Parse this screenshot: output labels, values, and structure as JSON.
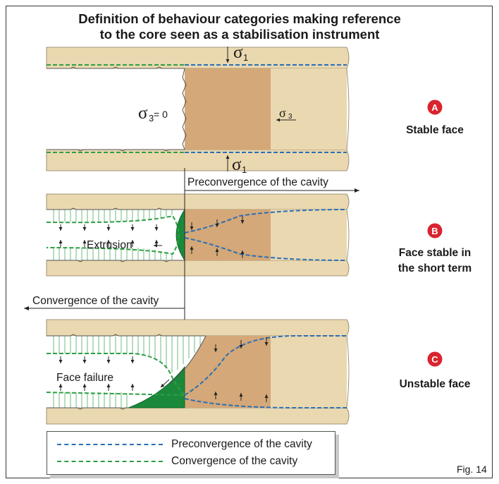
{
  "title": "Definition of behaviour categories making reference to the core seen as a stabilisation instrument",
  "title_lines": [
    "Definition of behaviour categories making reference",
    "to the core seen as a stabilisation instrument"
  ],
  "panels": [
    {
      "letter": "A",
      "caption_lines": [
        "Stable face"
      ]
    },
    {
      "letter": "B",
      "caption_lines": [
        "Face stable in",
        "the short term"
      ]
    },
    {
      "letter": "C",
      "caption_lines": [
        "Unstable face"
      ]
    }
  ],
  "labels": {
    "sigma": "σ",
    "sub1": "1",
    "sub3": "3",
    "eq_zero": " = 0",
    "preconvergence": "Preconvergence of the cavity",
    "convergence": "Convergence of the cavity",
    "extrusion": "Extrusion",
    "face_failure": "Face failure"
  },
  "legend": [
    {
      "label": "Preconvergence of the cavity",
      "color": "#2a6fb5"
    },
    {
      "label": "Convergence of the cavity",
      "color": "#2f9e44"
    }
  ],
  "figure_label": "Fig. 14",
  "colors": {
    "ground": "#ead8b0",
    "core": "#d4a878",
    "extrusion": "#1a8a3a",
    "badge": "#d9242f",
    "preconvergence": "#2a6fb5",
    "convergence": "#2f9e44"
  }
}
